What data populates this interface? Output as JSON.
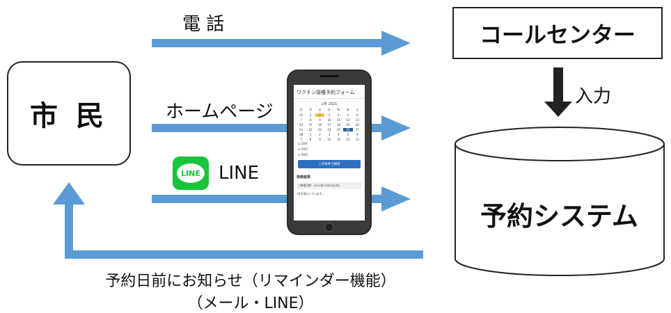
{
  "nodes": {
    "citizen": "市 民",
    "call_center": "コールセンター",
    "reservation_system": "予約システム"
  },
  "channels": {
    "phone": "電 話",
    "homepage": "ホームページ",
    "line": "LINE"
  },
  "line_logo_text": "LINE",
  "input_label": "入力",
  "reminder": {
    "line1": "予約日前にお知らせ（リマインダー機能）",
    "line2": "（メール・LINE）"
  },
  "phone_mockup": {
    "form_title": "ワクチン接種予約フォーム",
    "month": "2月 2021",
    "weekdays": [
      "日",
      "月",
      "火",
      "水",
      "木",
      "金",
      "土"
    ],
    "days": [
      "31",
      "1",
      "2",
      "3",
      "4",
      "5",
      "6",
      "7",
      "8",
      "9",
      "10",
      "11",
      "12",
      "13",
      "14",
      "15",
      "16",
      "17",
      "18",
      "19",
      "20",
      "21",
      "22",
      "23",
      "24",
      "25",
      "26",
      "27",
      "28",
      "1",
      "2",
      "3",
      "4",
      "5",
      "6",
      "7",
      "8",
      "9",
      "10",
      "11",
      "12",
      "13"
    ],
    "checks": [
      "20代",
      "30代",
      "40代"
    ],
    "search_button": "この条件で検索",
    "results_title": "検索結果",
    "results_line": "ご希望日時：2021年02月25日(木)",
    "footer": "1件を表示しています。"
  },
  "colors": {
    "arrow_blue": "#5b9bd5",
    "arrow_dark": "#222222",
    "line_green": "#19c33b"
  }
}
